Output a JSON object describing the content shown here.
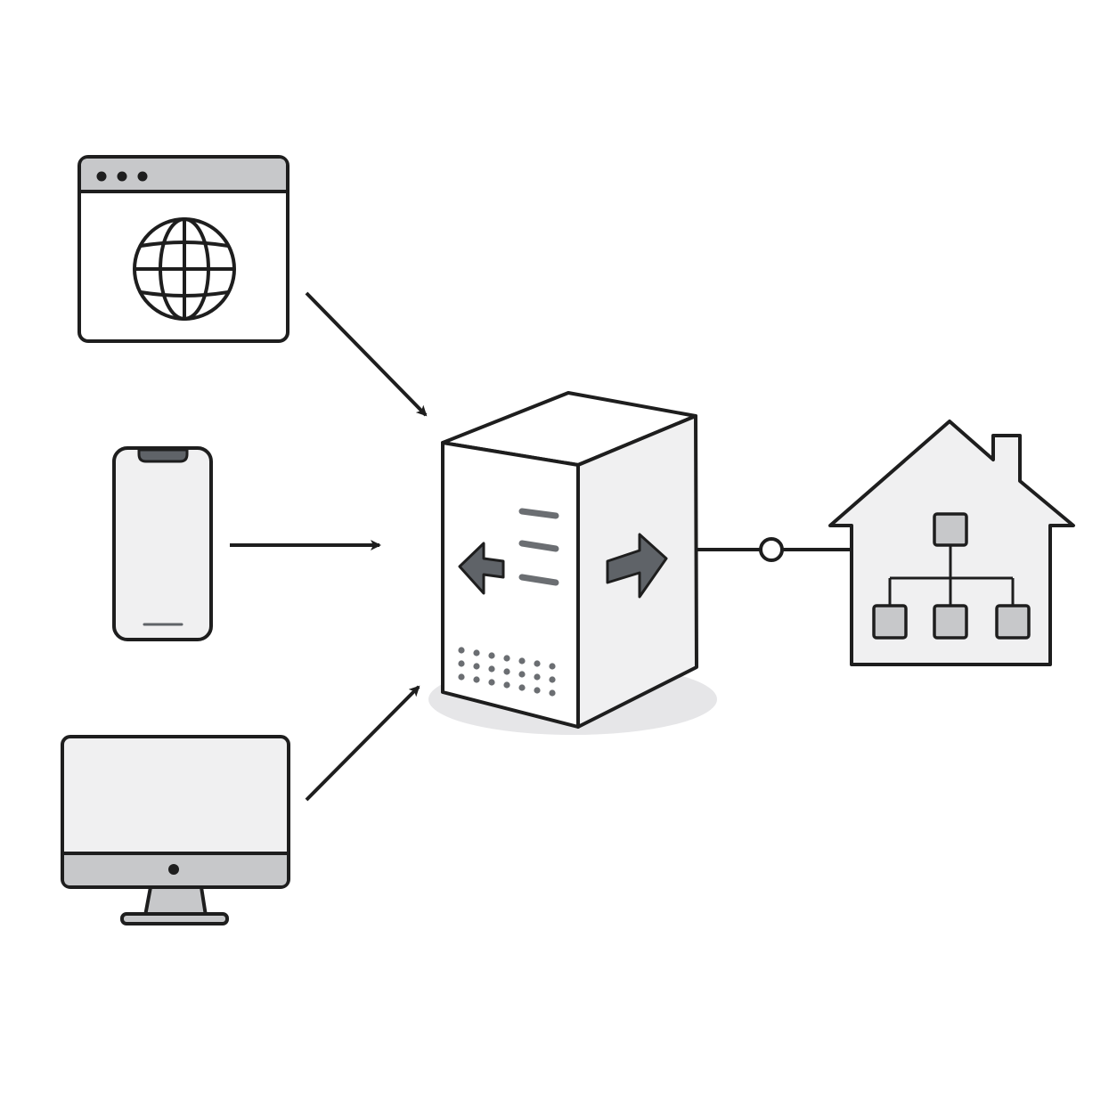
{
  "diagram": {
    "nodes": [
      {
        "id": "browser",
        "icon": "browser-globe-icon"
      },
      {
        "id": "phone",
        "icon": "smartphone-icon"
      },
      {
        "id": "desktop",
        "icon": "desktop-monitor-icon"
      },
      {
        "id": "server",
        "icon": "server-tower-icon"
      },
      {
        "id": "home-network",
        "icon": "house-network-icon"
      }
    ],
    "edges": [
      {
        "from": "browser",
        "to": "server",
        "style": "arrow"
      },
      {
        "from": "phone",
        "to": "server",
        "style": "arrow"
      },
      {
        "from": "desktop",
        "to": "server",
        "style": "arrow"
      },
      {
        "from": "server",
        "to": "home-network",
        "style": "line-with-junction"
      }
    ]
  },
  "colors": {
    "stroke": "#1e1e1e",
    "fill_light": "#f0f0f1",
    "fill_mid": "#c7c8ca",
    "fill_dark": "#5f6368",
    "accent_gray": "#6b6e72",
    "shadow": "#e6e6e8",
    "background": "#ffffff"
  }
}
